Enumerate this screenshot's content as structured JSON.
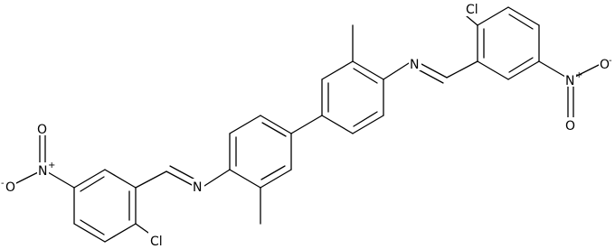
{
  "structure": {
    "atom_labels": {
      "cl_top": "Cl",
      "cl_bottom": "Cl",
      "n_imine_right": "N",
      "n_imine_left": "N",
      "n_nitro_right": "N",
      "n_nitro_left": "N",
      "o_right_a": "O",
      "o_right_b": "O",
      "o_left_a": "O",
      "o_left_b": "O"
    },
    "charges": {
      "plus_right": "+",
      "plus_left": "+",
      "minus_right": "-",
      "minus_left": "-"
    }
  }
}
